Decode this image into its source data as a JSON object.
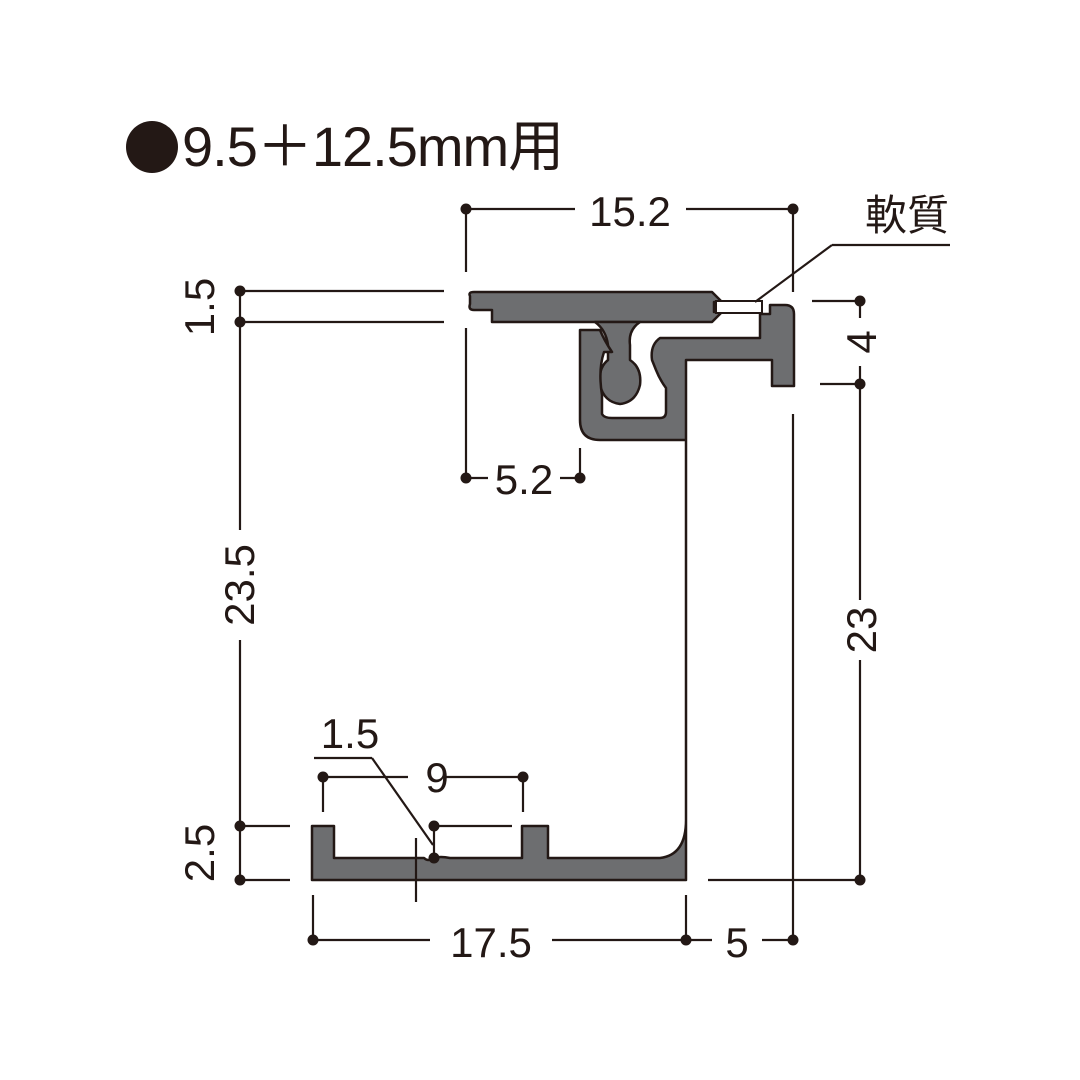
{
  "title": {
    "bullet": "filled-circle",
    "text": "9.5＋12.5mm用"
  },
  "callouts": {
    "soft_material": "軟質"
  },
  "dimensions": {
    "top_width": "15.2",
    "top_thickness": "1.5",
    "left_height": "23.5",
    "inner_offset": "5.2",
    "right_lip": "4",
    "right_height": "23",
    "bottom_groove": "1.5",
    "bottom_inner_width": "9",
    "bottom_thickness": "2.5",
    "bottom_width": "17.5",
    "right_offset": "5"
  },
  "colors": {
    "profile_fill": "#6d6e70",
    "line": "#231815",
    "background": "#ffffff"
  }
}
